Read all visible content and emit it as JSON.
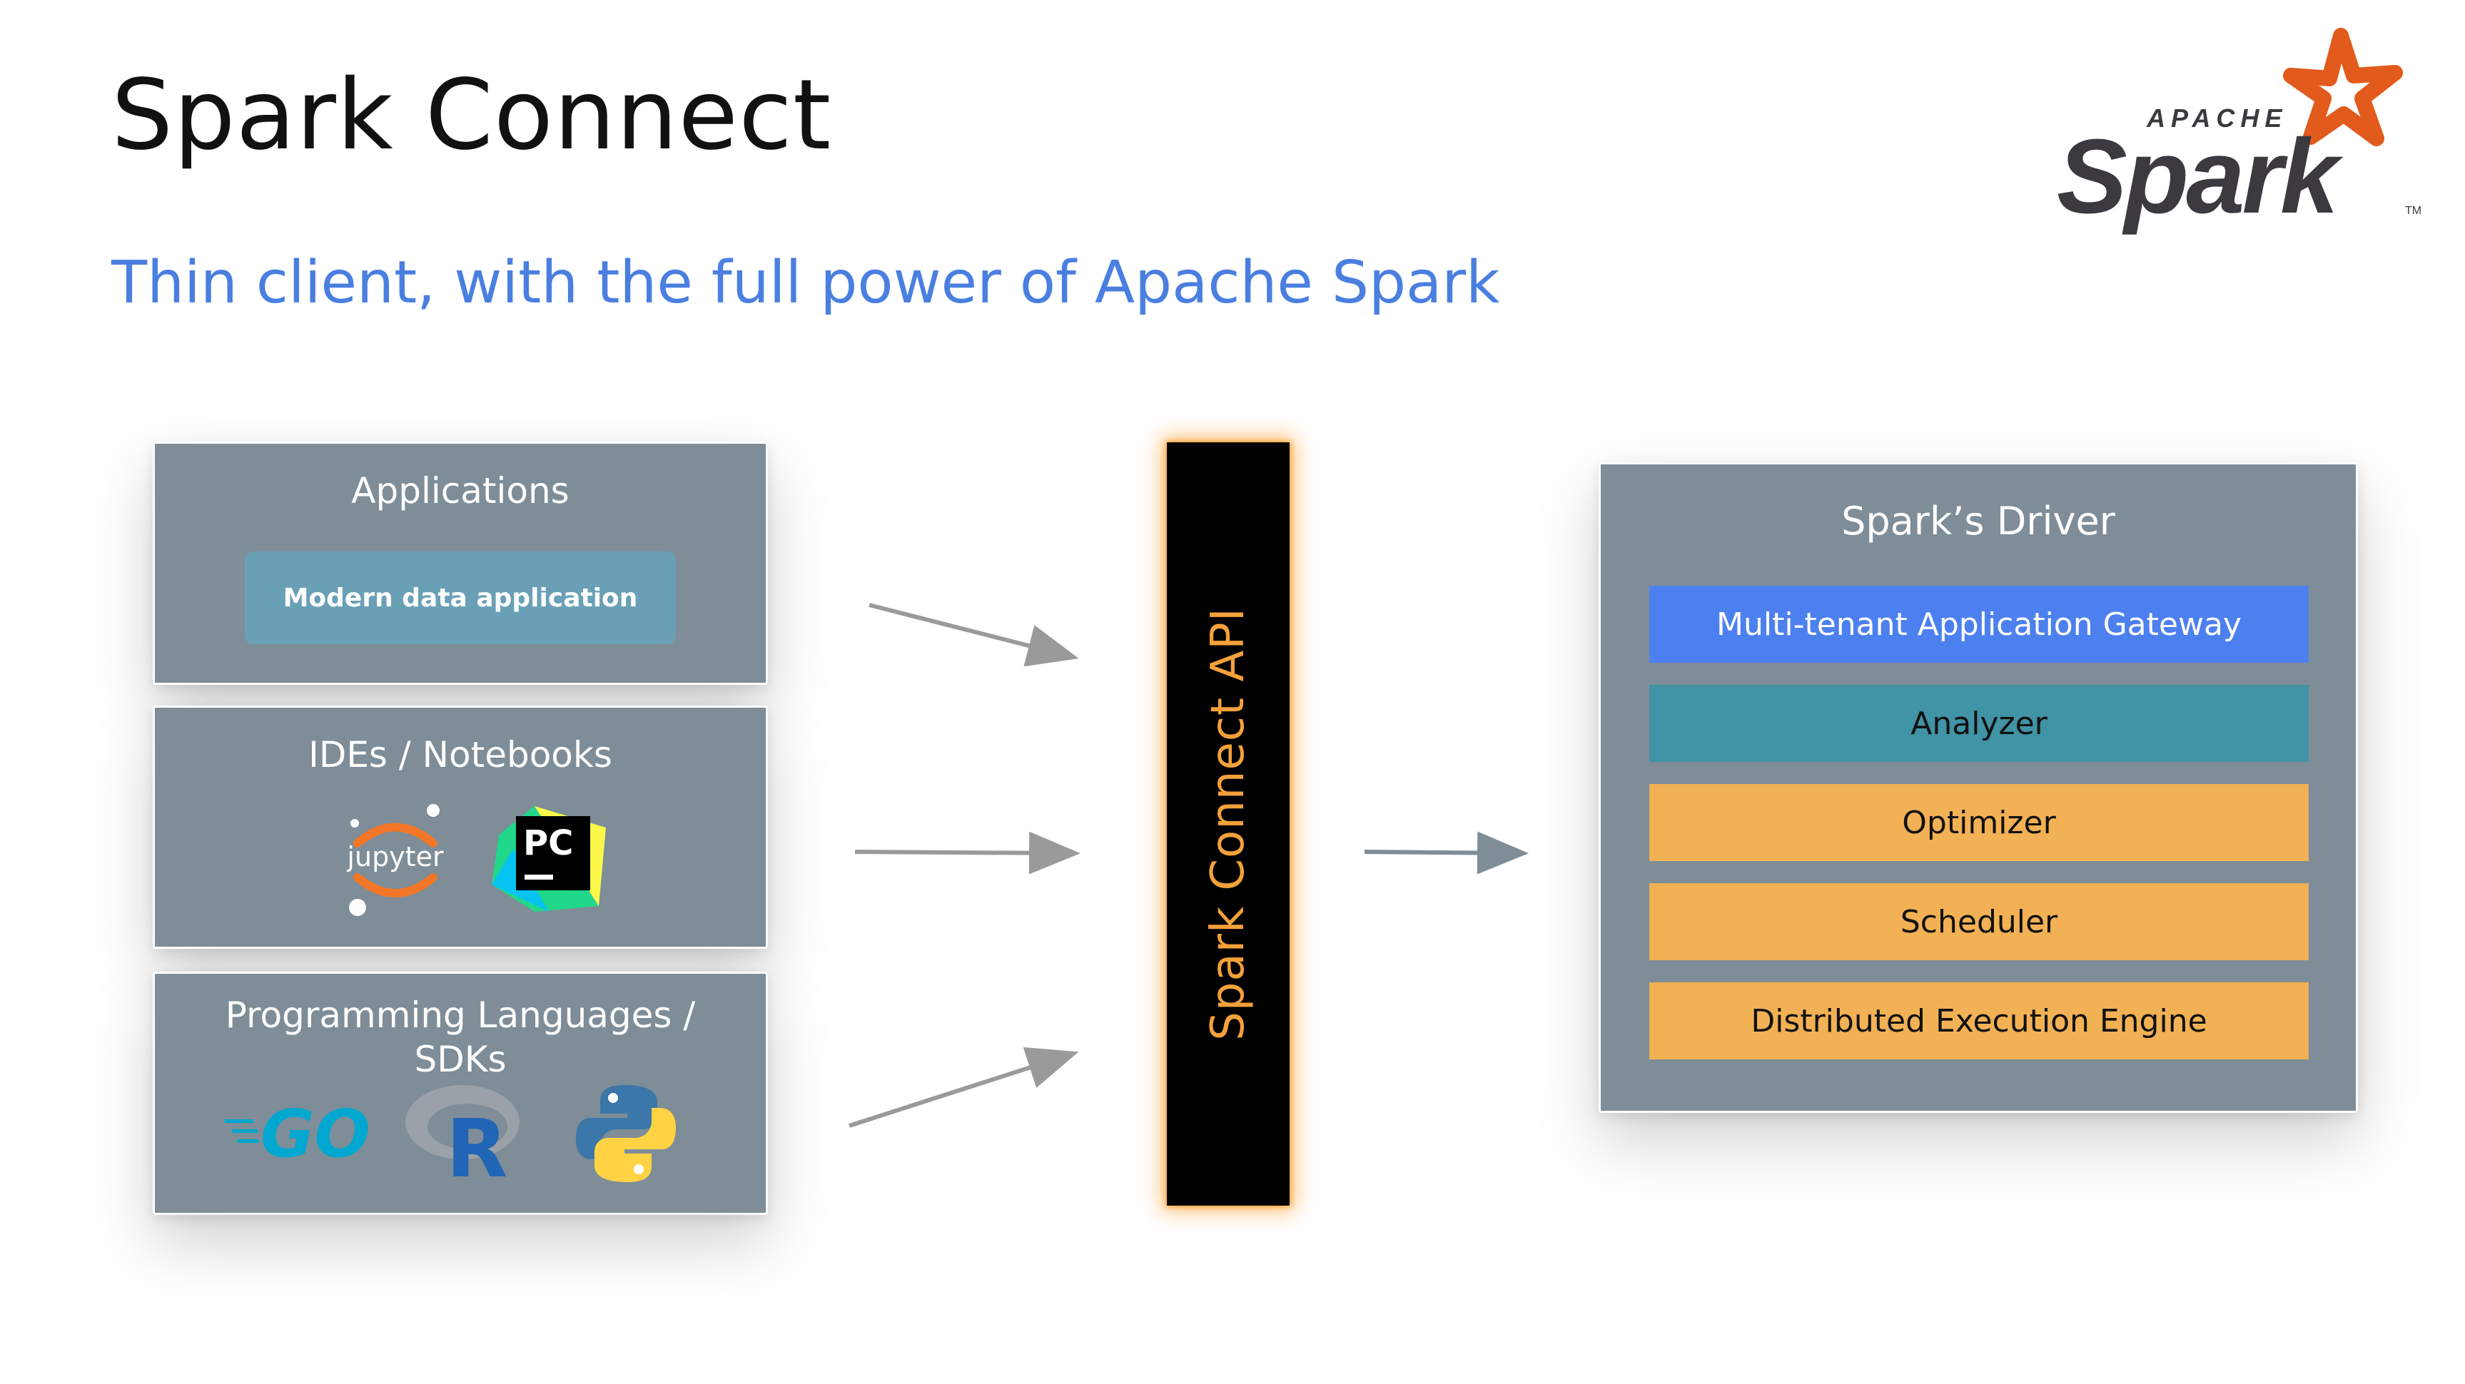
{
  "header": {
    "title": "Spark Connect",
    "subtitle": "Thin client, with the full power of Apache Spark"
  },
  "logo": {
    "brand_small": "APACHE",
    "brand_large": "Spark",
    "trademark": "TM",
    "icon": "spark-star-logo",
    "star_color": "#e25a1c",
    "text_color": "#3c3a3e"
  },
  "clients": {
    "applications": {
      "title": "Applications",
      "chip_label": "Modern data application"
    },
    "ides": {
      "title": "IDEs / Notebooks",
      "icons": [
        "jupyter-icon",
        "pycharm-icon"
      ],
      "jupyter_label": "jupyter",
      "pycharm_label": "PC"
    },
    "languages": {
      "title_line1": "Programming Languages /",
      "title_line2": "SDKs",
      "icons": [
        "go-icon",
        "r-icon",
        "python-icon"
      ],
      "go_label": "GO",
      "r_label": "R"
    }
  },
  "api": {
    "label": "Spark Connect API",
    "text_color": "#f4a13a"
  },
  "driver": {
    "title": "Spark’s Driver",
    "layers": [
      {
        "label": "Multi-tenant Application Gateway",
        "color": "#4d80ef"
      },
      {
        "label": "Analyzer",
        "color": "#4193a6"
      },
      {
        "label": "Optimizer",
        "color": "#f2b154"
      },
      {
        "label": "Scheduler",
        "color": "#f2b154"
      },
      {
        "label": "Distributed Execution Engine",
        "color": "#f2b154"
      }
    ]
  },
  "colors": {
    "card_bg": "#7e8d97",
    "subtitle": "#4a7fe0",
    "arrow": "#9a9a9a"
  }
}
